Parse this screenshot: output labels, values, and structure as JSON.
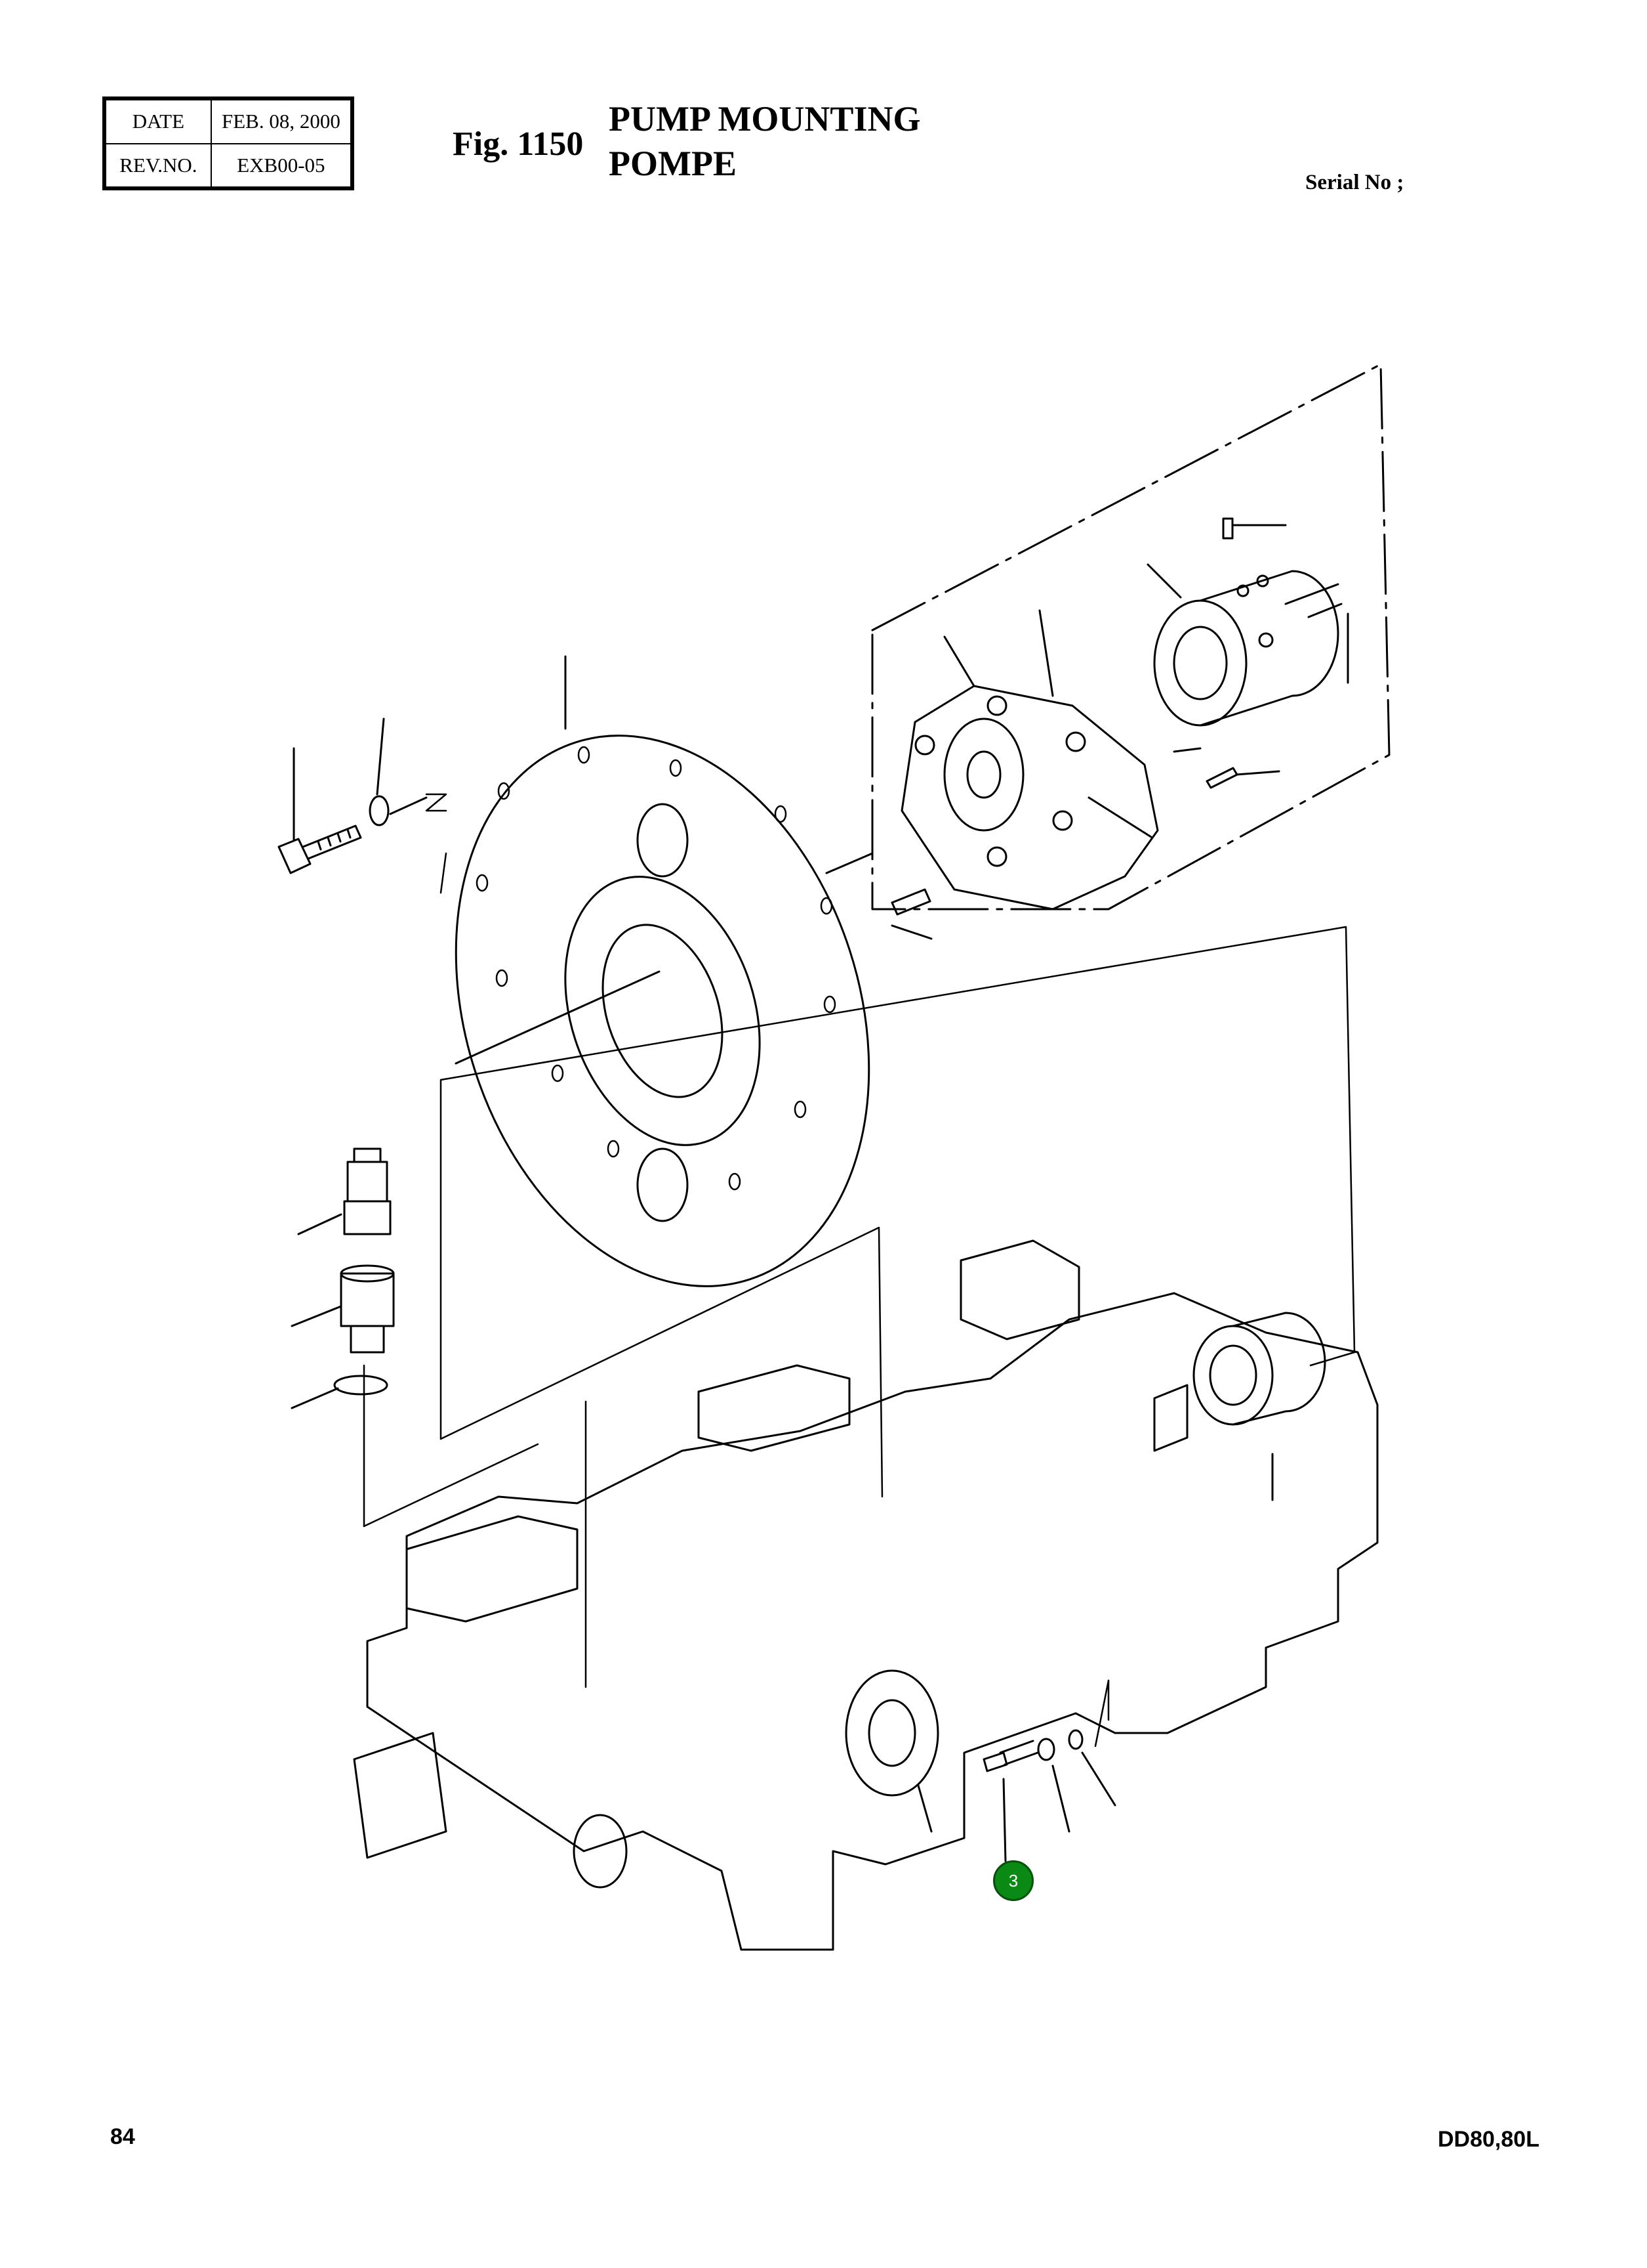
{
  "header": {
    "date_label": "DATE",
    "date_value": "FEB. 08, 2000",
    "rev_label": "REV.NO.",
    "rev_value": "EXB00-05",
    "fig_number": "Fig. 1150",
    "title_en": "PUMP MOUNTING",
    "title_fr": "POMPE",
    "serial_label": "Serial No ;"
  },
  "drawing": {
    "callouts": [
      {
        "number": "3",
        "color": "#0a8a15"
      }
    ]
  },
  "footer": {
    "page_number": "84",
    "model": "DD80,80L"
  }
}
